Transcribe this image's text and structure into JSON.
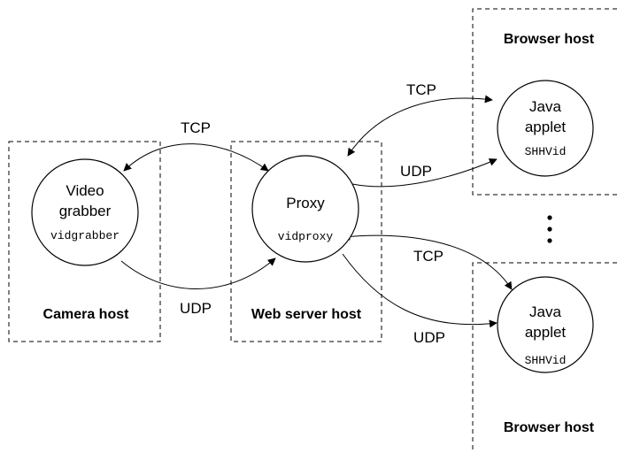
{
  "hosts": {
    "camera": "Camera host",
    "webserver": "Web server host",
    "browser_top": "Browser host",
    "browser_bottom": "Browser host"
  },
  "nodes": {
    "grabber": {
      "line1": "Video",
      "line2": "grabber",
      "program": "vidgrabber"
    },
    "proxy": {
      "line1": "Proxy",
      "program": "vidproxy"
    },
    "applet_top": {
      "line1": "Java",
      "line2": "applet",
      "program": "SHHVid"
    },
    "applet_bottom": {
      "line1": "Java",
      "line2": "applet",
      "program": "SHHVid"
    }
  },
  "edges": {
    "grabber_proxy_tcp": "TCP",
    "grabber_proxy_udp": "UDP",
    "proxy_top_tcp": "TCP",
    "proxy_top_udp": "UDP",
    "proxy_bottom_tcp": "TCP",
    "proxy_bottom_udp": "UDP"
  }
}
